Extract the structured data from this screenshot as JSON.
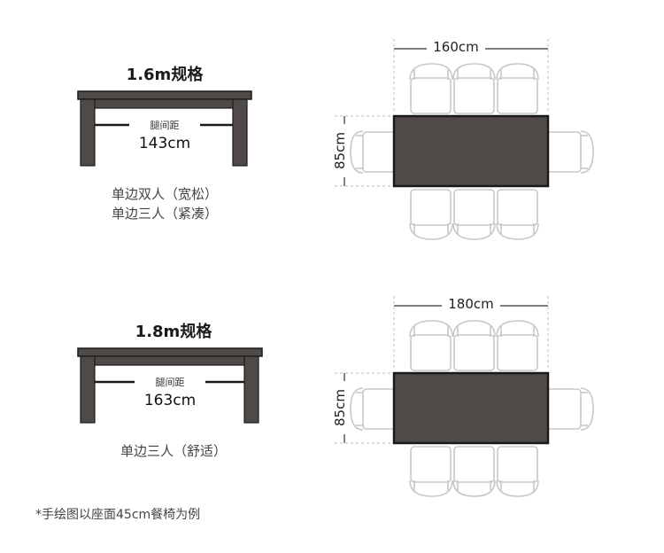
{
  "specs": [
    {
      "title": "1.6m规格",
      "gap_label": "腿间距",
      "gap_value": "143cm",
      "seating_lines": [
        "单边双人（宽松）",
        "单边三人（紧凑）"
      ],
      "length_label": "160cm",
      "depth_label": "85cm"
    },
    {
      "title": "1.8m规格",
      "gap_label": "腿间距",
      "gap_value": "163cm",
      "seating_lines": [
        "单边三人（舒适）"
      ],
      "length_label": "180cm",
      "depth_label": "85cm"
    }
  ],
  "footnote": "*手绘图以座面45cm餐椅为例",
  "colors": {
    "table_dark": "#4f4947",
    "chair_line": "#c8c8c8",
    "dim_line": "#bbbbbb",
    "outline": "#1a1a1a"
  }
}
